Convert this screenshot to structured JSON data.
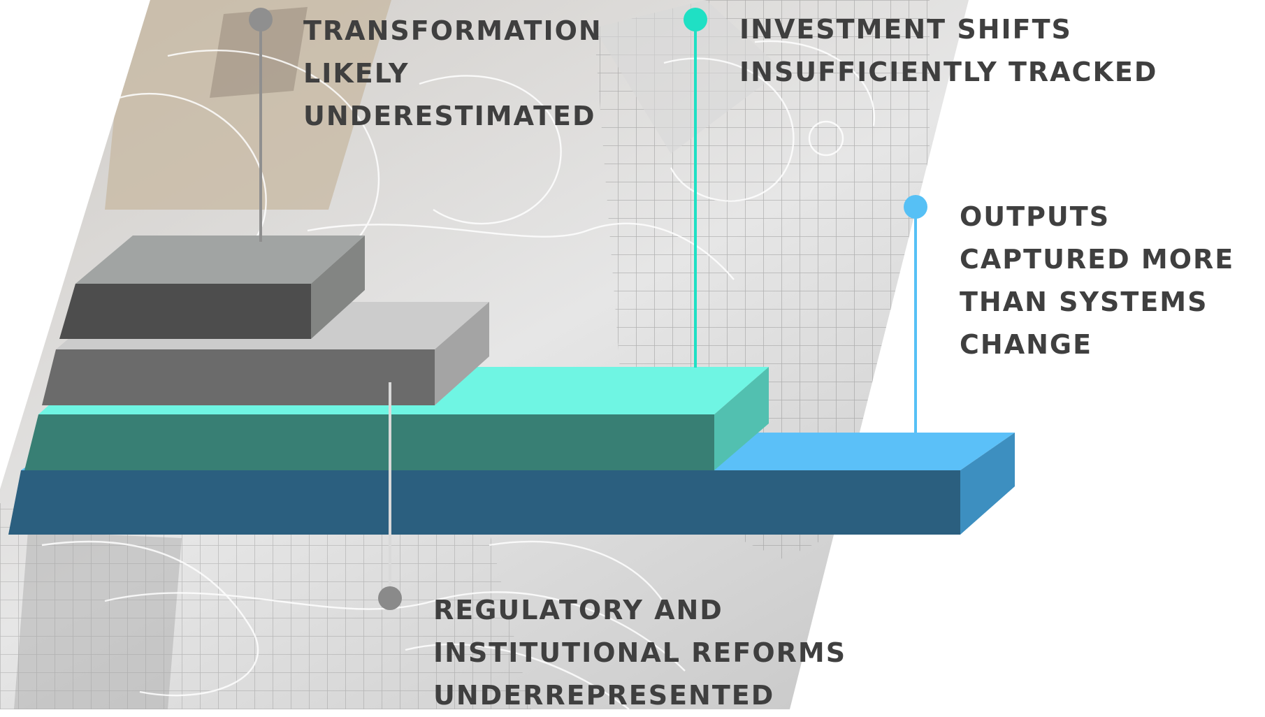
{
  "labels": {
    "transformation": [
      "TRANSFORMATION",
      "LIKELY",
      "UNDERESTIMATED"
    ],
    "investment": [
      "INVESTMENT SHIFTS",
      "INSUFFICIENTLY TRACKED"
    ],
    "outputs": [
      "OUTPUTS",
      "CAPTURED MORE",
      "THAN SYSTEMS",
      "CHANGE"
    ],
    "regulatory": [
      "REGULATORY AND",
      "INSTITUTIONAL REFORMS",
      "UNDERREPRESENTED"
    ]
  },
  "colors": {
    "grey_marker": "#8f8f8f",
    "teal_marker": "#1fe0c4",
    "blue_marker": "#56c0f5",
    "regulatory_marker": "#8a8a8a",
    "text": "#3f3f3f"
  }
}
